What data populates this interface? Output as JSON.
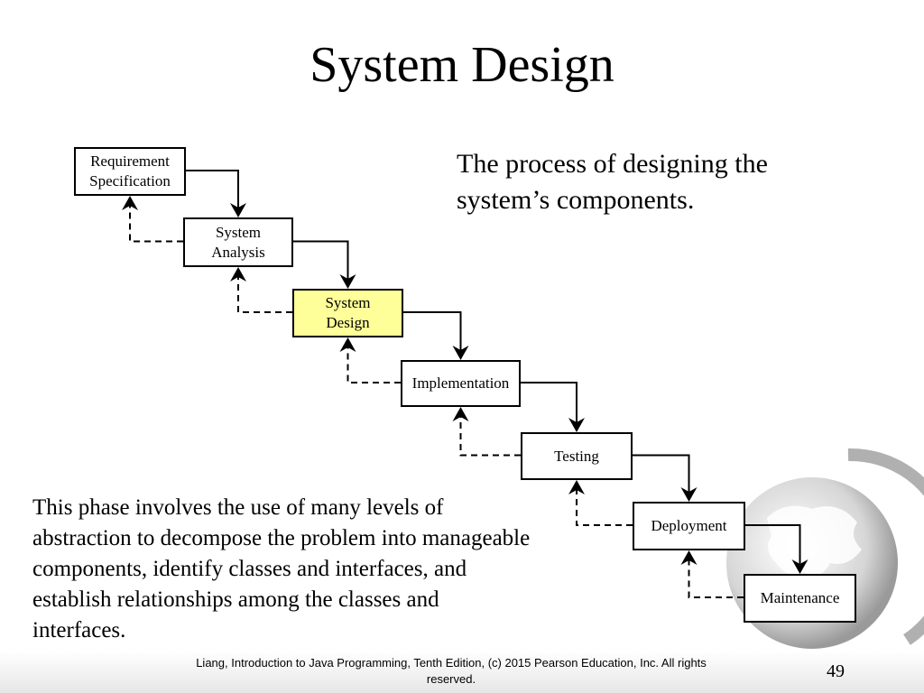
{
  "slide": {
    "title": "System Design",
    "description": "The process of designing the system’s components.",
    "body": "This phase involves the use of many levels of abstraction to decompose the problem into manageable components, identify classes and interfaces, and establish relationships among the classes and interfaces.",
    "footer": "Liang, Introduction to Java Programming, Tenth Edition, (c) 2015 Pearson Education, Inc. All rights reserved.",
    "page_number": "49"
  },
  "steps": [
    {
      "label": "Requirement\nSpecification"
    },
    {
      "label": "System\nAnalysis"
    },
    {
      "label": "System\nDesign",
      "highlighted": true
    },
    {
      "label": "Implementation"
    },
    {
      "label": "Testing"
    },
    {
      "label": "Deployment"
    },
    {
      "label": "Maintenance"
    }
  ],
  "colors": {
    "highlight": "#ffff99",
    "line": "#000000"
  }
}
